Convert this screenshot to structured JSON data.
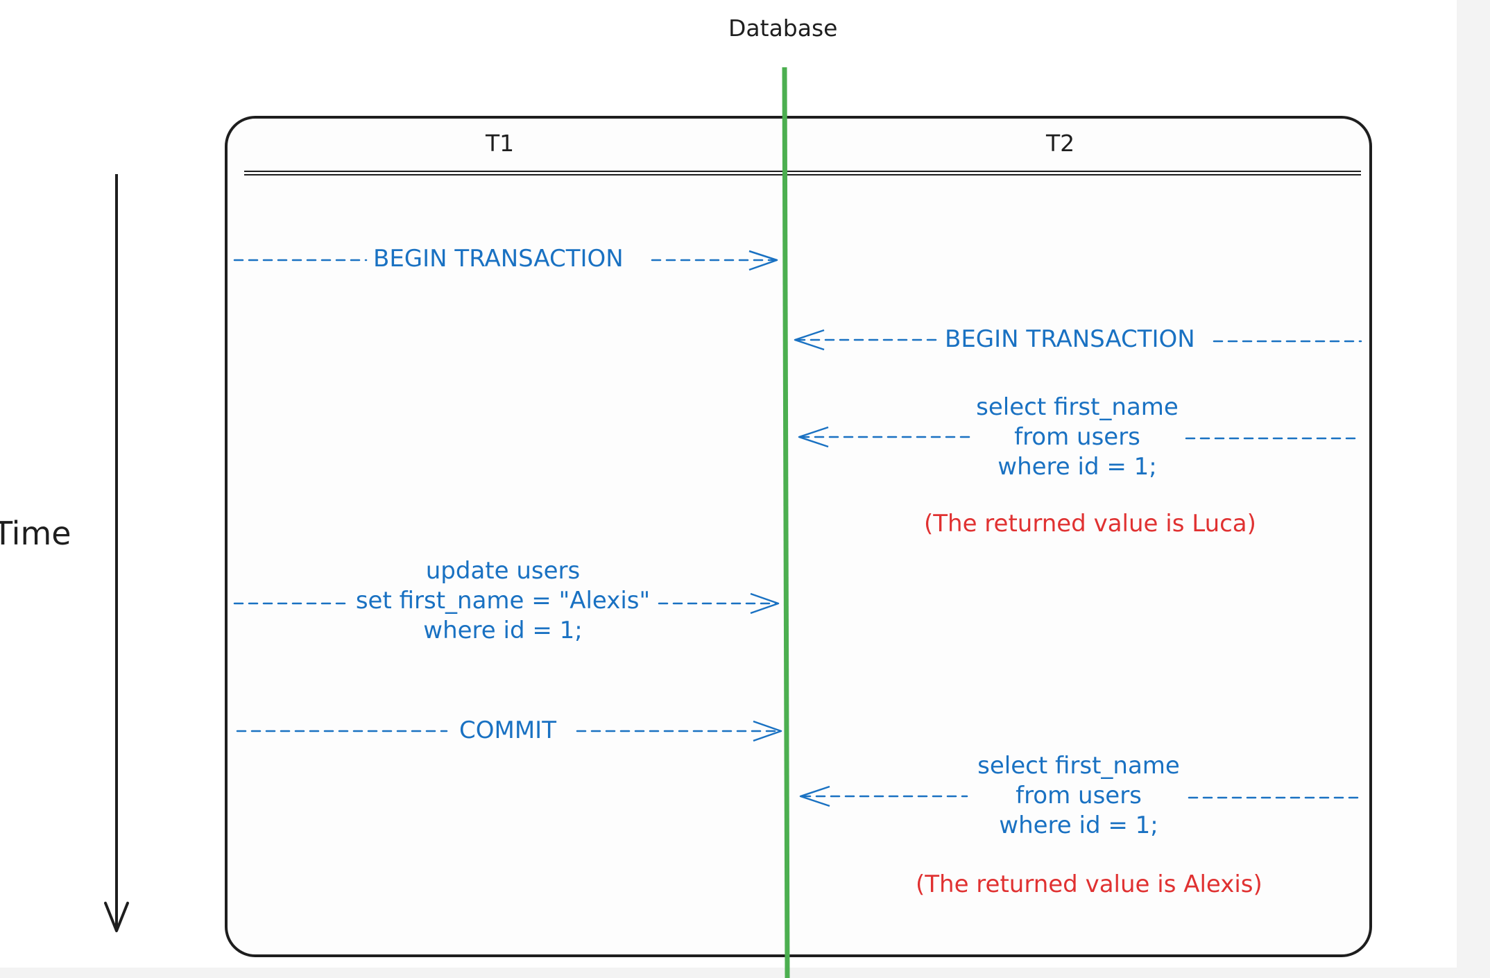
{
  "database_label": "Database",
  "time_label": "Time",
  "columns": {
    "t1": "T1",
    "t2": "T2"
  },
  "t1_messages": {
    "begin": "BEGIN TRANSACTION",
    "update": [
      "update users",
      "set first_name = \"Alexis\"",
      "where id = 1;"
    ],
    "commit": "COMMIT"
  },
  "t2_messages": {
    "begin": "BEGIN TRANSACTION",
    "select_1": [
      "select first_name",
      "from users",
      "where id = 1;"
    ],
    "result_1": "(The returned value is Luca)",
    "select_2": [
      "select first_name",
      "from users",
      "where id = 1;"
    ],
    "result_2": "(The returned value is Alexis)"
  },
  "colors": {
    "database_line": "#4caf50",
    "messages": "#1971c2",
    "results": "#e03131",
    "ink": "#1e1e1e"
  }
}
